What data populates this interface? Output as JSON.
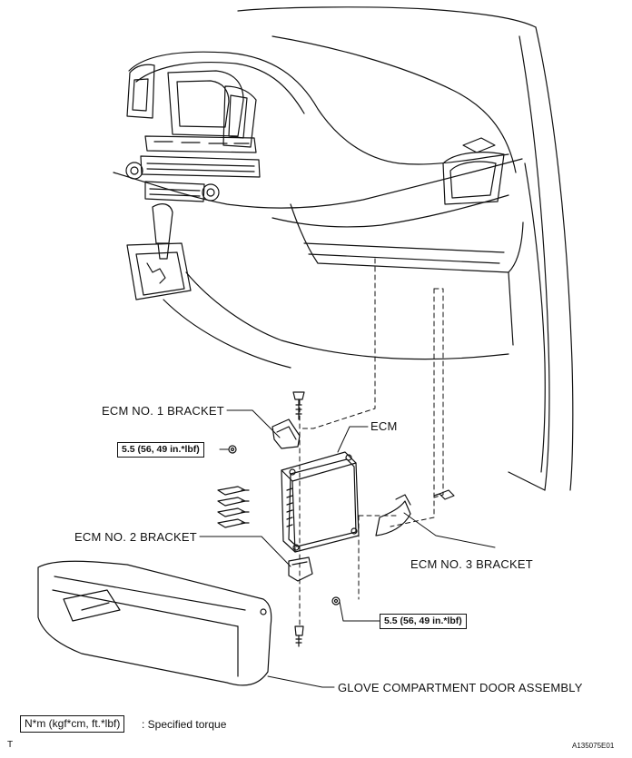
{
  "labels": {
    "ecm_no1_bracket": "ECM NO. 1 BRACKET",
    "ecm": "ECM",
    "ecm_no2_bracket": "ECM NO. 2 BRACKET",
    "ecm_no3_bracket": "ECM NO. 3 BRACKET",
    "glove_compartment": "GLOVE COMPARTMENT DOOR ASSEMBLY"
  },
  "torque": {
    "upper": "5.5 (56, 49 in.*lbf)",
    "lower": "5.5 (56, 49 in.*lbf)"
  },
  "legend": {
    "box": "N*m (kgf*cm, ft.*lbf)",
    "text": ": Specified torque"
  },
  "footer": {
    "left_mark": "T",
    "figure_id": "A135075E01"
  }
}
